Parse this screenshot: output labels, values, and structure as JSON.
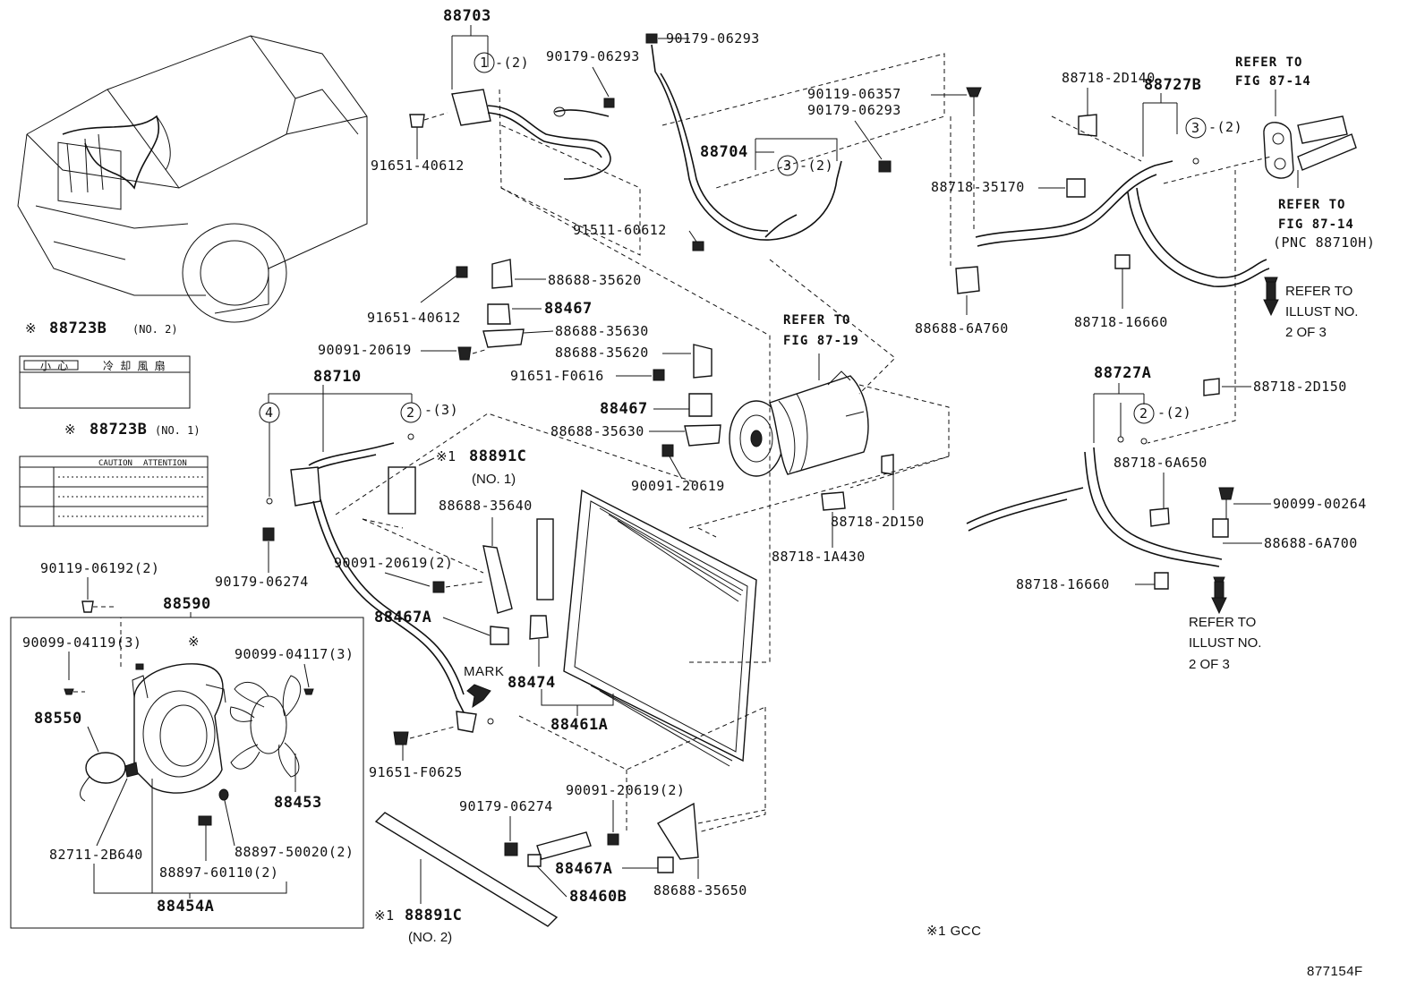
{
  "diagram_id": "877154F",
  "footnote": "※1 GCC",
  "part_labels": [
    "88703",
    "90179-06293",
    "90179-06293",
    "91651-40612",
    "90119-06357",
    "90179-06293",
    "88704",
    "91511-60612",
    "88718-2D140",
    "88727B",
    "88718-35170",
    "88688-6A760",
    "88718-16660",
    "88688-35620",
    "91651-40612",
    "88467",
    "88688-35630",
    "90091-20619",
    "88688-35620",
    "91651-F0616",
    "88467",
    "88688-35630",
    "90091-20619",
    "88710",
    "90179-06274",
    "88891C",
    "(NO. 1)",
    "88688-35640",
    "90091-20619(2)",
    "88467A",
    "88474",
    "88461A",
    "91651-F0625",
    "90179-06274",
    "90091-20619(2)",
    "88467A",
    "88460B",
    "88688-35650",
    "88891C",
    "(NO. 2)",
    "88718-2D150",
    "88718-1A430",
    "88727A",
    "88718-6A650",
    "88718-2D150",
    "90099-00264",
    "88688-6A700",
    "88718-16660",
    "88723B",
    "88723B",
    "90119-06192(2)",
    "88590",
    "90099-04119(3)",
    "90099-04117(3)",
    "88550",
    "88453",
    "82711-2B640",
    "88897-50020(2)",
    "88897-60110(2)",
    "88454A",
    "MARK"
  ],
  "label_suffixes": {
    "no2": "(NO. 2)",
    "no1": "(NO. 1)"
  },
  "circle_markers": [
    {
      "num": "1",
      "qty": "-(2)"
    },
    {
      "num": "3",
      "qty": "-(2)"
    },
    {
      "num": "3",
      "qty": "-(2)"
    },
    {
      "num": "4",
      "qty": ""
    },
    {
      "num": "2",
      "qty": "-(3)"
    },
    {
      "num": "2",
      "qty": "-(2)"
    }
  ],
  "references": {
    "fig_87_19": [
      "REFER TO",
      "FIG 87-19"
    ],
    "fig_87_14_top": [
      "REFER TO",
      "FIG 87-14"
    ],
    "fig_87_14_mid": [
      "REFER TO",
      "FIG 87-14",
      "(PNC 88710H)"
    ],
    "illust_2of3_a": [
      "REFER TO",
      "ILLUST NO.",
      "2 OF 3"
    ],
    "illust_2of3_b": [
      "REFER TO",
      "ILLUST NO.",
      "2 OF 3"
    ]
  },
  "markers": {
    "gcc_mark": "※1",
    "label_mark": "※"
  },
  "caution_labels": {
    "no2_header": [
      "小 心",
      "冷 却 風 扇"
    ],
    "no1_header": [
      "CAUTION",
      "ATTENTION"
    ]
  }
}
